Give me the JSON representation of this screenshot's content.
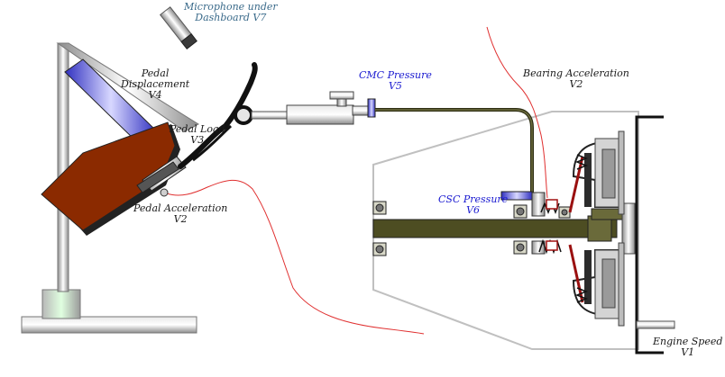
{
  "labels": {
    "microphone": {
      "line1": "Microphone under",
      "line2": "Dashboard V7"
    },
    "pedal_displacement": {
      "line1": "Pedal",
      "line2": "Displacement",
      "line3": "V4"
    },
    "pedal_load": {
      "line1": "Pedal Load",
      "line2": "V3"
    },
    "pedal_acceleration": {
      "line1": "Pedal Acceleration",
      "line2": "V2"
    },
    "cmc_pressure": {
      "line1": "CMC Pressure",
      "line2": "V5"
    },
    "bearing_acceleration": {
      "line1": "Bearing Acceleration",
      "line2": "V2"
    },
    "csc_pressure": {
      "line1": "CSC Pressure",
      "line2": "V6"
    },
    "engine_speed": {
      "line1": "Engine Speed",
      "line2": "V1"
    }
  },
  "colors": {
    "pedal": "#8b2a00",
    "shaft": "#4d4d22",
    "sensor_blue": "#6a6ae8",
    "metal": "#bfbfbf",
    "signal_line": "#e03030"
  }
}
